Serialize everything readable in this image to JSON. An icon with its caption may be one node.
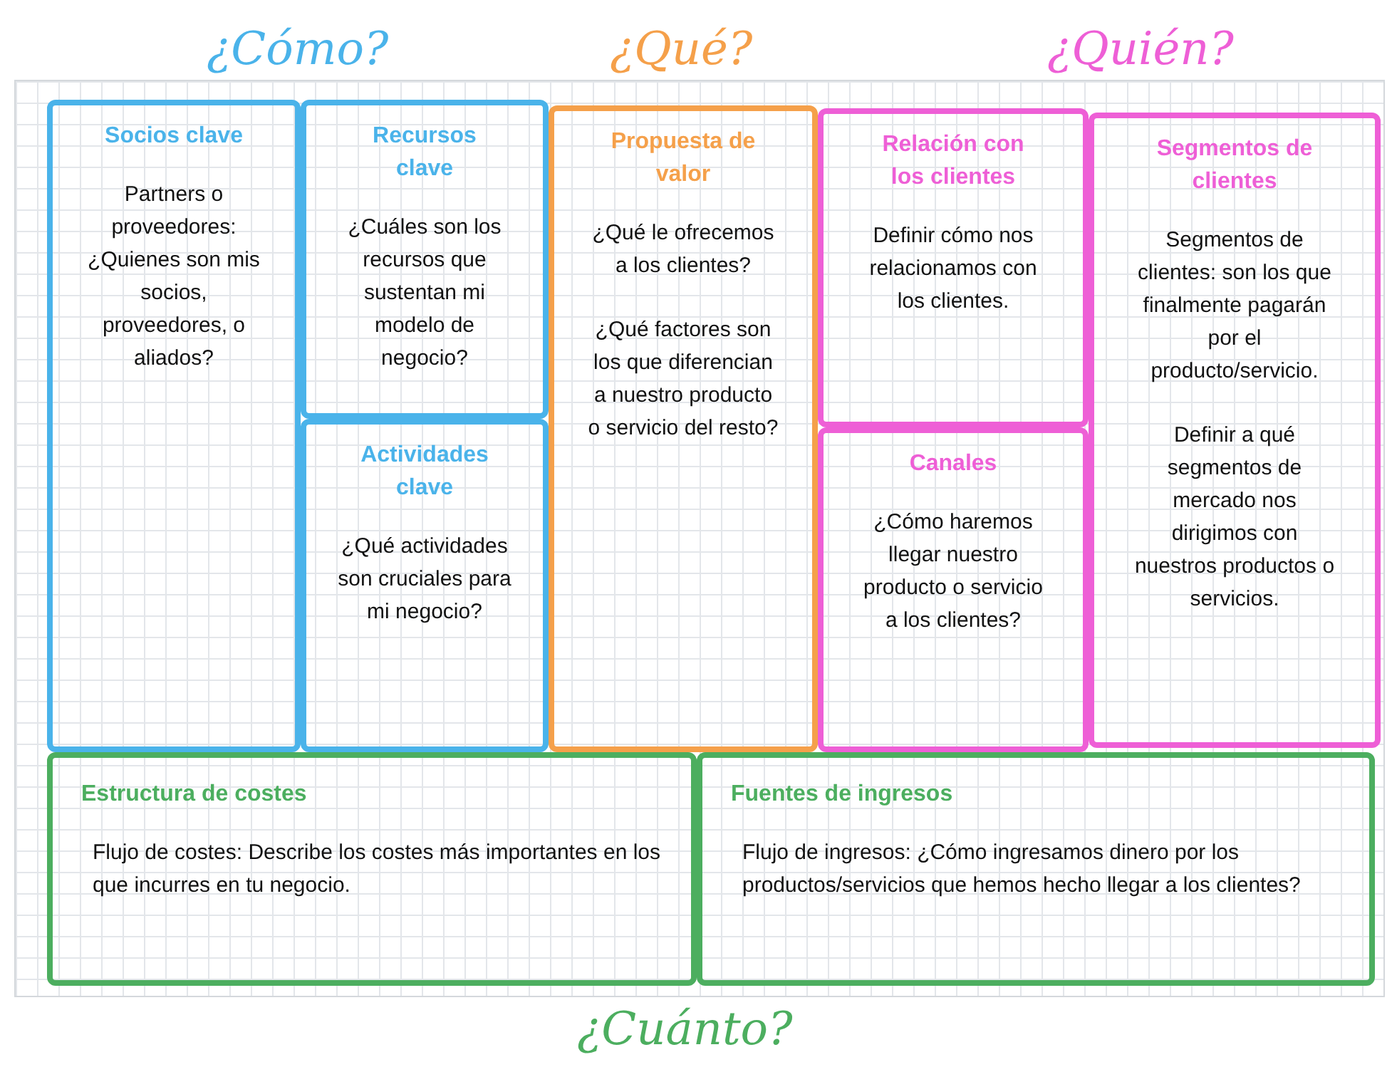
{
  "diagram": {
    "nodes": [
      {
        "text": [
          "Socios clave",
          "Partners o proveedores: ¿Quienes son mis socios, proveedores, o aliados?"
        ]
      },
      {
        "text": [
          "Recursos clave",
          "¿Cuáles son los recursos que sustentan mi modelo de negocio?"
        ]
      },
      {
        "text": [
          "Actividades clave",
          "¿Qué actividades son cruciales para mi negocio?"
        ]
      },
      {
        "text": [
          "Propuesta de valor",
          "¿Qué le ofrecemos a los clientes?",
          "¿Qué factores son los que diferencian a nuestro producto o servicio del resto?"
        ]
      },
      {
        "text": [
          "Relación con los clientes",
          "Definir cómo nos relacionamos con los clientes."
        ]
      },
      {
        "text": [
          "Canales",
          "¿Cómo haremos llegar nuestro producto o servicio a los clientes?"
        ]
      },
      {
        "text": [
          "Segmentos de clientes",
          "Segmentos de clientes: son los que finalmente pagarán por el producto/servicio.",
          "Definir a qué segmentos de mercado nos dirigimos con nuestros productos o servicios."
        ]
      },
      {
        "text": [
          "Estructura de costes",
          "Flujo de costes: Describe los costes más importantes en los que incurres en tu negocio."
        ]
      },
      {
        "text": [
          "Fuentes de ingresos",
          "Flujo de ingresos: ¿Cómo ingresamos dinero por los productos/servicios que hemos hecho llegar a los clientes?"
        ]
      }
    ],
    "labels": [
      "¿Cómo?",
      "¿Qué?",
      "¿Quién?",
      "¿Cuánto?"
    ]
  }
}
